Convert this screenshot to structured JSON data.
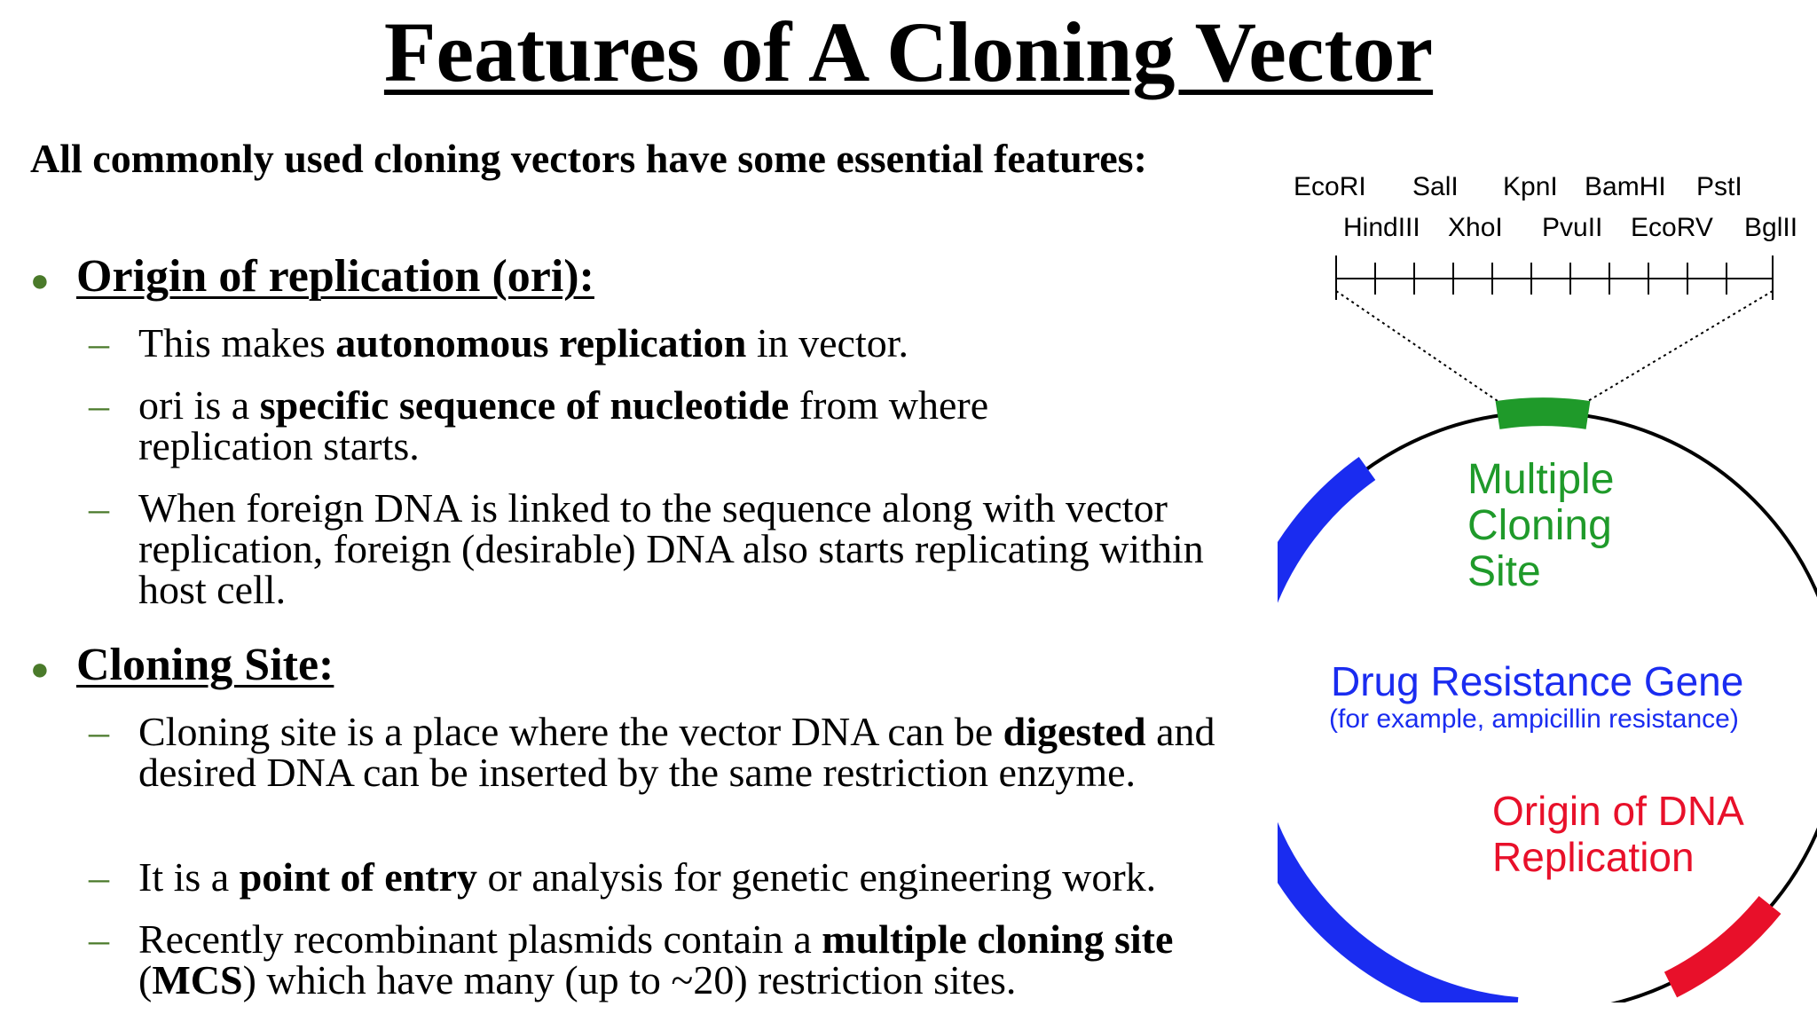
{
  "title": "Features of A Cloning Vector",
  "intro": "All commonly used cloning vectors have some essential features:",
  "sections": [
    {
      "heading": "Origin of replication (ori):",
      "items": [
        {
          "parts": [
            "This makes ",
            "autonomous replication",
            " in vector."
          ]
        },
        {
          "parts": [
            "ori is a ",
            "specific sequence of nucleotide",
            " from where replication starts."
          ]
        },
        {
          "parts": [
            "When foreign DNA is linked to the sequence along with vector replication, foreign (desirable) DNA also starts replicating within host cell.",
            "",
            ""
          ]
        }
      ]
    },
    {
      "heading": "Cloning Site:",
      "items": [
        {
          "parts": [
            "Cloning site is a place where the vector DNA can be ",
            "digested",
            " and desired DNA can be inserted by the same restriction enzyme."
          ]
        },
        {
          "parts": [
            "It is a ",
            "point of entry",
            " or analysis for genetic engineering work."
          ]
        },
        {
          "parts": [
            "Recently recombinant plasmids contain a ",
            "multiple cloning site",
            " (",
            "MCS",
            ") which have many (up to ~20) restriction sites."
          ]
        }
      ]
    }
  ],
  "diagram": {
    "enzymes_top": [
      "EcoRI",
      "SalI",
      "KpnI",
      "BamHI",
      "PstI"
    ],
    "enzymes_bottom": [
      "HindIII",
      "XhoI",
      "PvuII",
      "EcoRV",
      "BglII"
    ],
    "mcs_label": [
      "Multiple",
      "Cloning",
      "Site"
    ],
    "drug_label": "Drug Resistance Gene",
    "drug_sublabel": "(for example, ampicillin resistance)",
    "ori_label": [
      "Origin of DNA",
      "Replication"
    ],
    "colors": {
      "mcs": "#1f9a2a",
      "drug": "#1a2cf0",
      "ori": "#e8102a",
      "ring": "#000000"
    }
  }
}
